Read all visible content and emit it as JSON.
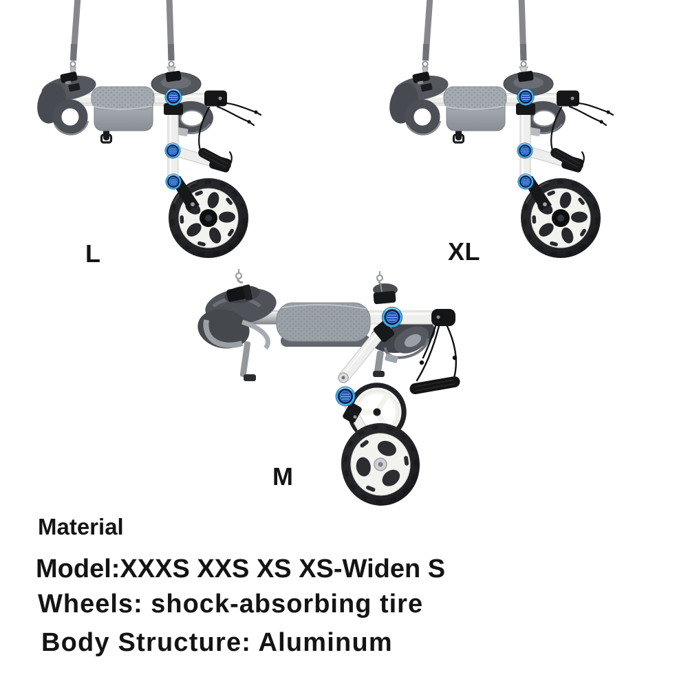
{
  "products": [
    {
      "label": "L",
      "view": "side profile, rear-support dog wheelchair hanging from straps"
    },
    {
      "label": "XL",
      "view": "side profile, rear-support dog wheelchair hanging from straps"
    },
    {
      "label": "M",
      "view": "three-quarter folded view of dog wheelchair with two wheels"
    }
  ],
  "specs": {
    "title": "Material",
    "lines": [
      "Model:XXXS XXS XS XS-Widen S",
      "Wheels: shock-absorbing tire",
      "Body Structure: Aluminum"
    ]
  },
  "colors": {
    "bg": "#ffffff",
    "text_black": "#141414",
    "frame_white": "#eeeeec",
    "frame_outline": "#c9c9c6",
    "strap_gray": "#85888c",
    "harness_dark": "#4e5157",
    "pad_gray": "#a4abb1",
    "pad_dot": "#848b92",
    "tire_black": "#202225",
    "rim_white": "#f2f2ef",
    "knob_ring_blue": "#38aef2",
    "knob_core_blue": "#2454b5",
    "hardware_black": "#17181a",
    "metal_silver": "#c6cacd"
  }
}
